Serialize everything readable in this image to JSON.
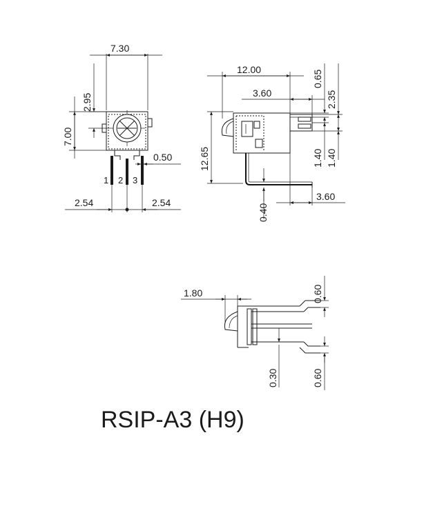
{
  "title": "RSIP-A3 (H9)",
  "front_view": {
    "width": "7.30",
    "height": "7.00",
    "top_offset": "2.95",
    "pin_width": "0.50",
    "pitch_left": "2.54",
    "pitch_right": "2.54",
    "pins": [
      "1",
      "2",
      "3"
    ]
  },
  "side_view": {
    "length": "12.00",
    "shaft_length": "3.60",
    "shaft_tip": "0.65",
    "shaft_height": "2.35",
    "total_height": "12.65",
    "pin_offset_a": "1.40",
    "pin_offset_b": "1.40",
    "lead_thickness": "0.40",
    "lead_bend": "3.60"
  },
  "bottom_view": {
    "front_offset": "1.80",
    "top_thickness": "0.60",
    "bottom_thickness": "0.60",
    "gap": "0.30"
  }
}
